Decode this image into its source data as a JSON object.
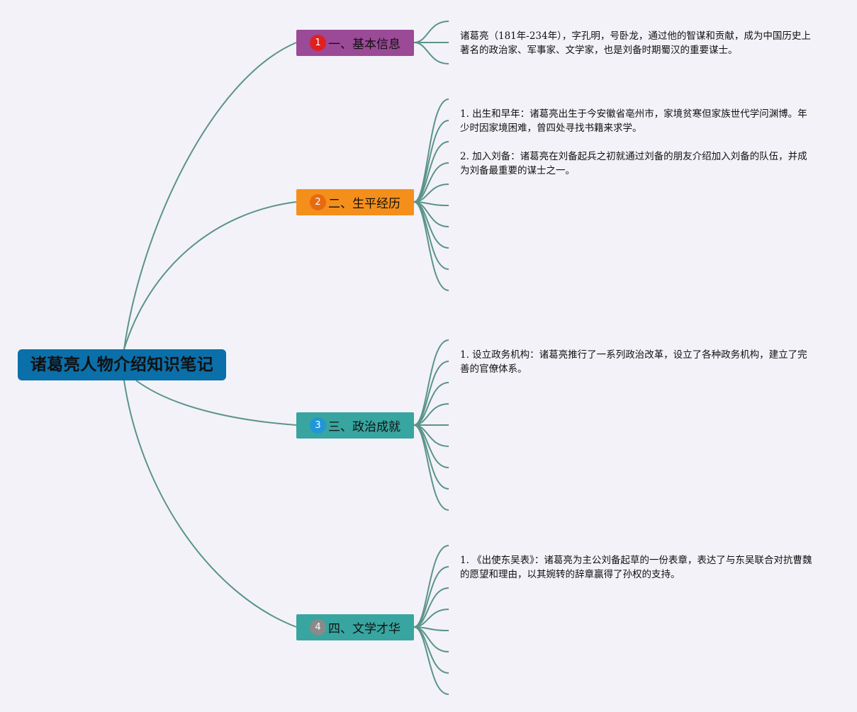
{
  "root": {
    "title": "诸葛亮人物介绍知识笔记"
  },
  "colors": {
    "link": "#5a9488",
    "root_bg": "#0b6fa9",
    "branch_bg": [
      "#9b4a97",
      "#f58f1c",
      "#38a5a0",
      "#38a5a0"
    ],
    "badge_bg": [
      "#e02020",
      "#e86a10",
      "#2196d8",
      "#8a8a8a"
    ]
  },
  "branches": [
    {
      "number": "1",
      "label": "一、基本信息",
      "paragraphs": [
        "诸葛亮（181年-234年），字孔明，号卧龙，通过他的智谋和贡献，成为中国历史上著名的政治家、军事家、文学家，也是刘备时期蜀汉的重要谋士。"
      ]
    },
    {
      "number": "2",
      "label": "二、生平经历",
      "paragraphs": [
        "1. 出生和早年：诸葛亮出生于今安徽省亳州市，家境贫寒但家族世代学问渊博。年少时因家境困难，曾四处寻找书籍来求学。",
        "2. 加入刘备：诸葛亮在刘备起兵之初就通过刘备的朋友介绍加入刘备的队伍，并成为刘备最重要的谋士之一。"
      ]
    },
    {
      "number": "3",
      "label": "三、政治成就",
      "paragraphs": [
        "1. 设立政务机构：诸葛亮推行了一系列政治改革，设立了各种政务机构，建立了完善的官僚体系。"
      ]
    },
    {
      "number": "4",
      "label": "四、文学才华",
      "paragraphs": [
        "1. 《出使东吴表》：诸葛亮为主公刘备起草的一份表章，表达了与东吴联合对抗曹魏的愿望和理由，以其婉转的辞章赢得了孙权的支持。"
      ]
    }
  ]
}
